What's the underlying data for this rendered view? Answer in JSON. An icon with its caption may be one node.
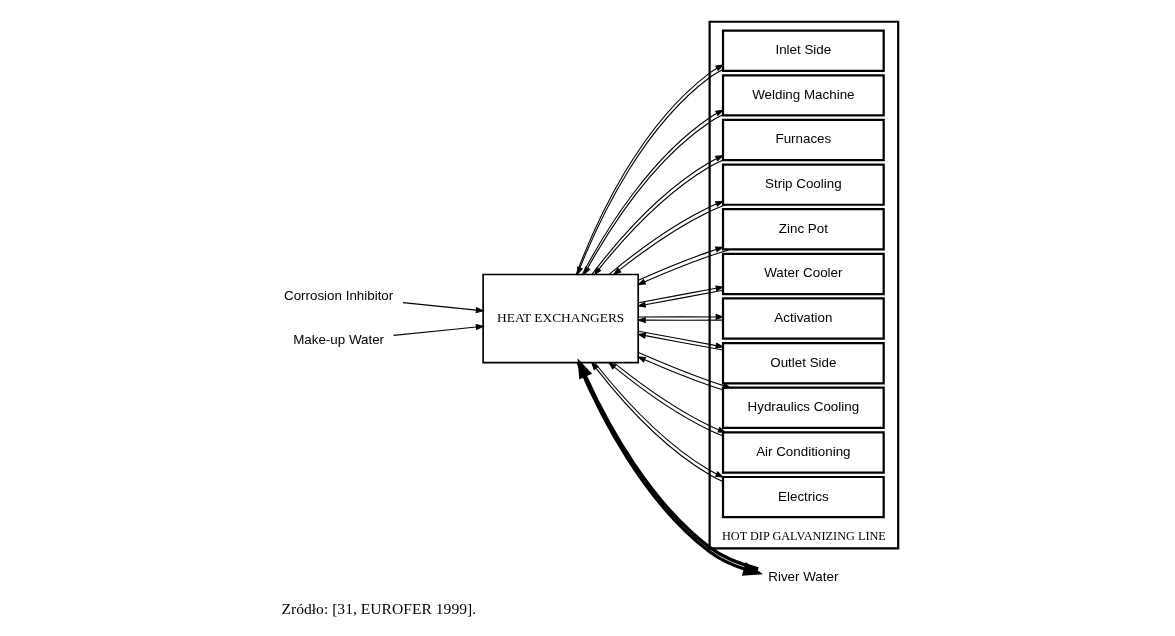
{
  "diagram": {
    "caption": "Zródło: [31, EUROFER 1999].",
    "nodes": [
      {
        "text": [
          "HOT DIP GALVANIZING LINE"
        ]
      },
      {
        "text": [
          "Inlet Side"
        ],
        "in": 0
      },
      {
        "text": [
          "Welding Machine"
        ],
        "in": 0
      },
      {
        "text": [
          "Furnaces"
        ],
        "in": 0
      },
      {
        "text": [
          "Strip Cooling"
        ],
        "in": 0
      },
      {
        "text": [
          "Zinc Pot"
        ],
        "in": 0
      },
      {
        "text": [
          "Water Cooler"
        ],
        "in": 0
      },
      {
        "text": [
          "Activation"
        ],
        "in": 0
      },
      {
        "text": [
          "Outlet Side"
        ],
        "in": 0
      },
      {
        "text": [
          "Hydraulics Cooling"
        ],
        "in": 0
      },
      {
        "text": [
          "Air Conditioning"
        ],
        "in": 0
      },
      {
        "text": [
          "Electrics"
        ],
        "in": 0
      },
      {
        "text": [
          "HEAT EXCHANGERS"
        ]
      },
      {
        "text": [
          "River Water"
        ]
      },
      {
        "text": [
          "Corrosion Inhibitor"
        ]
      },
      {
        "text": [
          "Make-up Water"
        ]
      }
    ],
    "edges": [
      {
        "from": 13,
        "to": 12,
        "arrow": "to",
        "style": "thick"
      },
      {
        "from": 12,
        "to": 13,
        "arrow": "to",
        "style": "thick"
      },
      {
        "from": 12,
        "to": 1,
        "arrow": "to"
      },
      {
        "from": 12,
        "to": 2,
        "arrow": "to"
      },
      {
        "from": 12,
        "to": 3,
        "arrow": "to"
      },
      {
        "from": 12,
        "to": 4,
        "arrow": "to"
      },
      {
        "from": 12,
        "to": 5,
        "arrow": "to"
      },
      {
        "from": 12,
        "to": 6,
        "arrow": "to"
      },
      {
        "from": 12,
        "to": 7,
        "arrow": "to"
      },
      {
        "from": 12,
        "to": 8,
        "arrow": "to"
      },
      {
        "from": 12,
        "to": 9,
        "arrow": "to"
      },
      {
        "from": 12,
        "to": 10,
        "arrow": "to"
      },
      {
        "from": 12,
        "to": 11,
        "arrow": "to"
      },
      {
        "from": 1,
        "to": 12,
        "arrow": "to"
      },
      {
        "from": 2,
        "to": 12,
        "arrow": "to"
      },
      {
        "from": 3,
        "to": 12,
        "arrow": "to"
      },
      {
        "from": 4,
        "to": 12,
        "arrow": "to"
      },
      {
        "from": 5,
        "to": 12,
        "arrow": "to"
      },
      {
        "from": 6,
        "to": 12,
        "arrow": "to"
      },
      {
        "from": 7,
        "to": 12,
        "arrow": "to"
      },
      {
        "from": 8,
        "to": 12,
        "arrow": "to"
      },
      {
        "from": 9,
        "to": 12,
        "arrow": "to"
      },
      {
        "from": 10,
        "to": 12,
        "arrow": "to"
      },
      {
        "from": 11,
        "to": 12,
        "arrow": "to"
      },
      {
        "from": 14,
        "to": 12,
        "arrow": "to"
      },
      {
        "from": 15,
        "to": 12,
        "arrow": "to"
      }
    ]
  }
}
